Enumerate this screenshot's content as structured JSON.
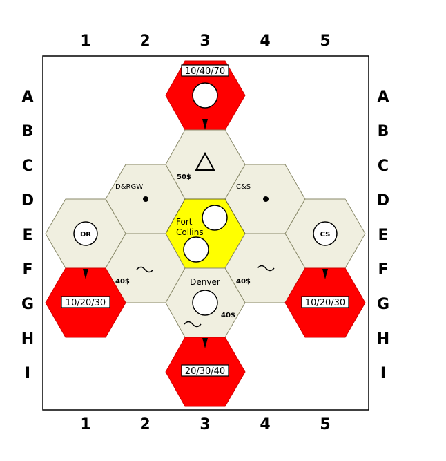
{
  "columns": [
    "1",
    "2",
    "3",
    "4",
    "5"
  ],
  "rows": [
    "A",
    "B",
    "C",
    "D",
    "E",
    "F",
    "G",
    "H",
    "I"
  ],
  "colors": {
    "plain": "#f0efe0",
    "red": "#ff0000",
    "yellow": "#ffff00"
  },
  "offboard": {
    "north": "10/40/70",
    "west": "10/20/30",
    "east": "10/20/30",
    "south": "20/30/40"
  },
  "hexes": {
    "d_rgw": {
      "company": "D&RGW"
    },
    "c_s": {
      "company": "C&S"
    },
    "mountain": {
      "cost": "50$",
      "icon": "triangle-mountain-icon"
    },
    "dr": {
      "label": "DR"
    },
    "cs": {
      "label": "CS"
    },
    "fort_collins": {
      "name_line1": "Fort",
      "name_line2": "Collins"
    },
    "river_left": {
      "cost": "40$",
      "icon": "river-icon"
    },
    "river_right": {
      "cost": "40$",
      "icon": "river-icon"
    },
    "denver": {
      "name": "Denver",
      "cost": "40$",
      "icon": "river-icon"
    }
  }
}
